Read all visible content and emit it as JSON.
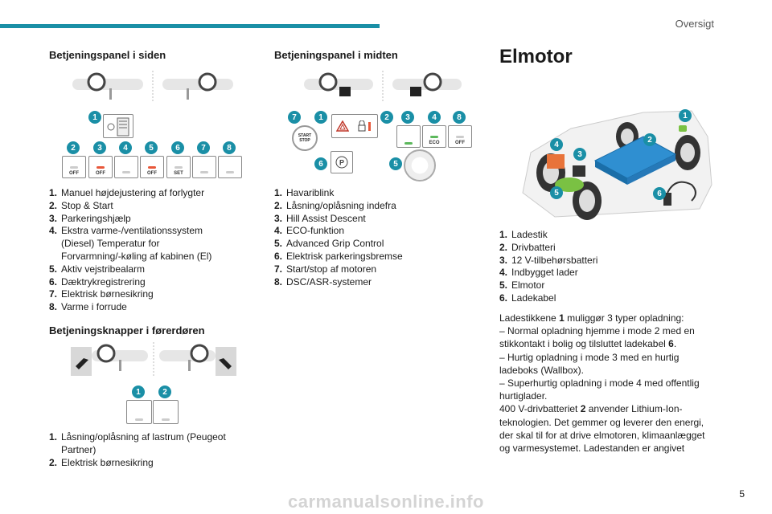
{
  "header": {
    "section": "Oversigt"
  },
  "left": {
    "title": "Betjeningspanel i siden",
    "items": [
      {
        "n": "1.",
        "t": "Manuel højdejustering af forlygter"
      },
      {
        "n": "2.",
        "t": "Stop & Start"
      },
      {
        "n": "3.",
        "t": "Parkeringshjælp"
      },
      {
        "n": "4.",
        "t": "Ekstra varme-/ventilationssystem (Diesel) Temperatur for Forvarmning/-køling af kabinen (El)"
      },
      {
        "n": "5.",
        "t": "Aktiv vejstribealarm"
      },
      {
        "n": "6.",
        "t": "Dæktrykregistrering"
      },
      {
        "n": "7.",
        "t": "Elektrisk børnesikring"
      },
      {
        "n": "8.",
        "t": "Varme i forrude"
      }
    ],
    "title2": "Betjeningsknapper i førerdøren",
    "items2": [
      {
        "n": "1.",
        "t": "Låsning/oplåsning af lastrum (Peugeot Partner)"
      },
      {
        "n": "2.",
        "t": "Elektrisk børnesikring"
      }
    ],
    "buttons": [
      "OFF",
      "OFF",
      "",
      "OFF",
      "SET",
      "",
      ""
    ],
    "badges": [
      "1",
      "2",
      "3",
      "4",
      "5",
      "6",
      "7",
      "8"
    ],
    "door_badges": [
      "1",
      "2"
    ]
  },
  "middle": {
    "title": "Betjeningspanel i midten",
    "items": [
      {
        "n": "1.",
        "t": "Havariblink"
      },
      {
        "n": "2.",
        "t": "Låsning/oplåsning indefra"
      },
      {
        "n": "3.",
        "t": "Hill Assist Descent"
      },
      {
        "n": "4.",
        "t": "ECO-funktion"
      },
      {
        "n": "5.",
        "t": "Advanced Grip Control"
      },
      {
        "n": "6.",
        "t": "Elektrisk parkeringsbremse"
      },
      {
        "n": "7.",
        "t": "Start/stop af motoren"
      },
      {
        "n": "8.",
        "t": "DSC/ASR-systemer"
      }
    ],
    "badges": [
      "7",
      "1",
      "2",
      "3",
      "4",
      "8",
      "6",
      "5"
    ],
    "start_label": "START",
    "stop_label": "STOP",
    "eco_label": "ECO",
    "off_label": "OFF"
  },
  "right": {
    "title": "Elmotor",
    "items": [
      {
        "n": "1.",
        "t": "Ladestik"
      },
      {
        "n": "2.",
        "t": "Drivbatteri"
      },
      {
        "n": "3.",
        "t": "12 V-tilbehørsbatteri"
      },
      {
        "n": "4.",
        "t": "Indbygget lader"
      },
      {
        "n": "5.",
        "t": "Elmotor"
      },
      {
        "n": "6.",
        "t": "Ladekabel"
      }
    ],
    "badges": [
      "1",
      "2",
      "3",
      "4",
      "5",
      "6"
    ],
    "p1_pre": "Ladestikkene ",
    "p1_bold": "1",
    "p1_post": " muliggør 3 typer opladning:",
    "p2_pre": "– Normal opladning hjemme i mode 2 med en stikkontakt i bolig og tilsluttet ladekabel ",
    "p2_bold": "6",
    "p2_post": ".",
    "p3": "– Hurtig opladning i mode 3 med en hurtig ladeboks (Wallbox).",
    "p4": "– Superhurtig opladning i mode 4 med offentlig hurtiglader.",
    "p5_pre": "400 V-drivbatteriet ",
    "p5_bold": "2",
    "p5_post": " anvender Lithium-Ion-teknologien. Det gemmer og leverer den energi, der skal til for at drive elmotoren, klimaanlægget og varmesystemet. Ladestanden er angivet"
  },
  "page_number": "5",
  "footer": "carmanualsonline.info"
}
